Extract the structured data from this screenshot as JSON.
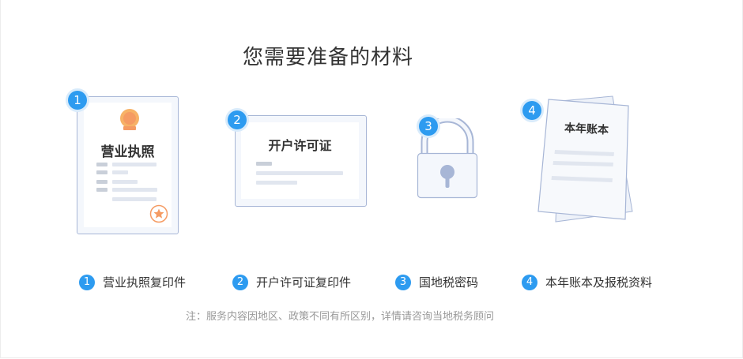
{
  "title": "您需要准备的材料",
  "materials": [
    {
      "num": "1",
      "card_title": "营业执照",
      "label": "营业执照复印件"
    },
    {
      "num": "2",
      "card_title": "开户许可证",
      "label": "开户许可证复印件"
    },
    {
      "num": "3",
      "card_title": "",
      "label": "国地税密码"
    },
    {
      "num": "4",
      "card_title": "本年账本",
      "label": "本年账本及报税资料"
    }
  ],
  "note": "注：服务内容因地区、政策不同有所区别，详情请咨询当地税务顾问",
  "colors": {
    "accent": "#2d9bf0",
    "card_border": "#a7b6d6",
    "stamp": "#f59b63"
  }
}
